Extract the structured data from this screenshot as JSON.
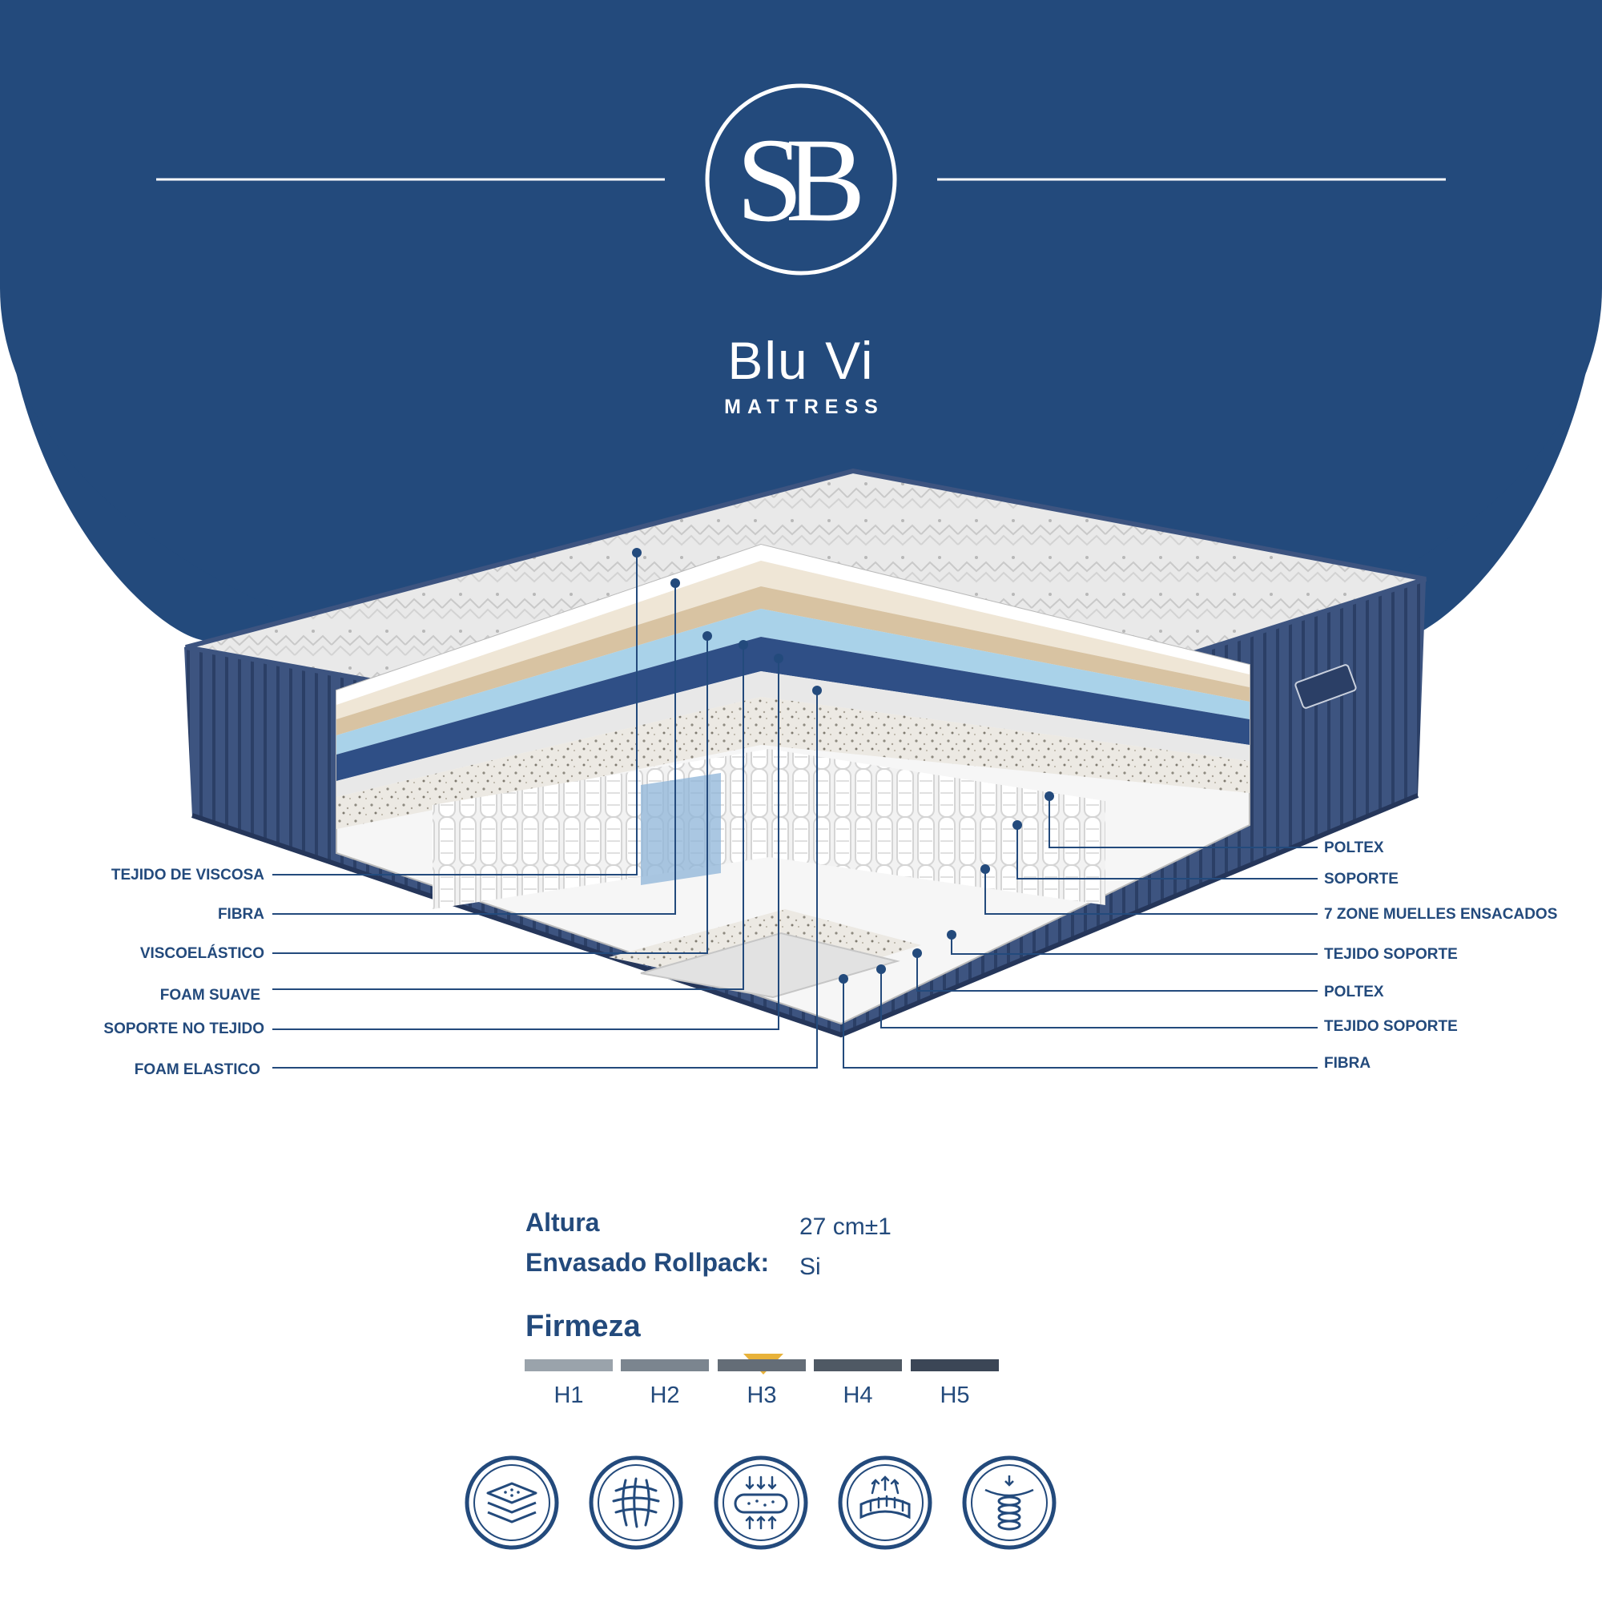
{
  "brand": {
    "monogram": "SB",
    "name": "Blu Vi",
    "subtitle": "MATTRESS"
  },
  "layers_left": [
    "TEJIDO DE VISCOSA",
    "FIBRA",
    "VISCOELÁSTICO",
    "FOAM SUAVE",
    "SOPORTE NO TEJIDO",
    "FOAM ELASTICO"
  ],
  "layers_right": [
    "POLTEX",
    "SOPORTE",
    "7 ZONE MUELLES ENSACADOS",
    "TEJIDO SOPORTE",
    "POLTEX",
    "TEJIDO SOPORTE",
    "FIBRA"
  ],
  "specs": [
    {
      "label": "Altura",
      "value": "27 cm±1"
    },
    {
      "label": "Envasado Rollpack:",
      "value": "Si"
    }
  ],
  "firmness": {
    "title": "Firmeza",
    "levels": [
      "H1",
      "H2",
      "H3",
      "H4",
      "H5"
    ],
    "selected_index": 2
  },
  "features": [
    {
      "icon": "layers-icon"
    },
    {
      "icon": "fiber-mesh-icon"
    },
    {
      "icon": "pressure-relief-icon"
    },
    {
      "icon": "breathable-icon"
    },
    {
      "icon": "spring-icon"
    }
  ],
  "colors": {
    "navy": "#234a7c",
    "accent": "#e8b23a",
    "firm_bars": [
      "#9aa3ab",
      "#7b858f",
      "#646d77",
      "#4f5964",
      "#3b4656"
    ]
  }
}
